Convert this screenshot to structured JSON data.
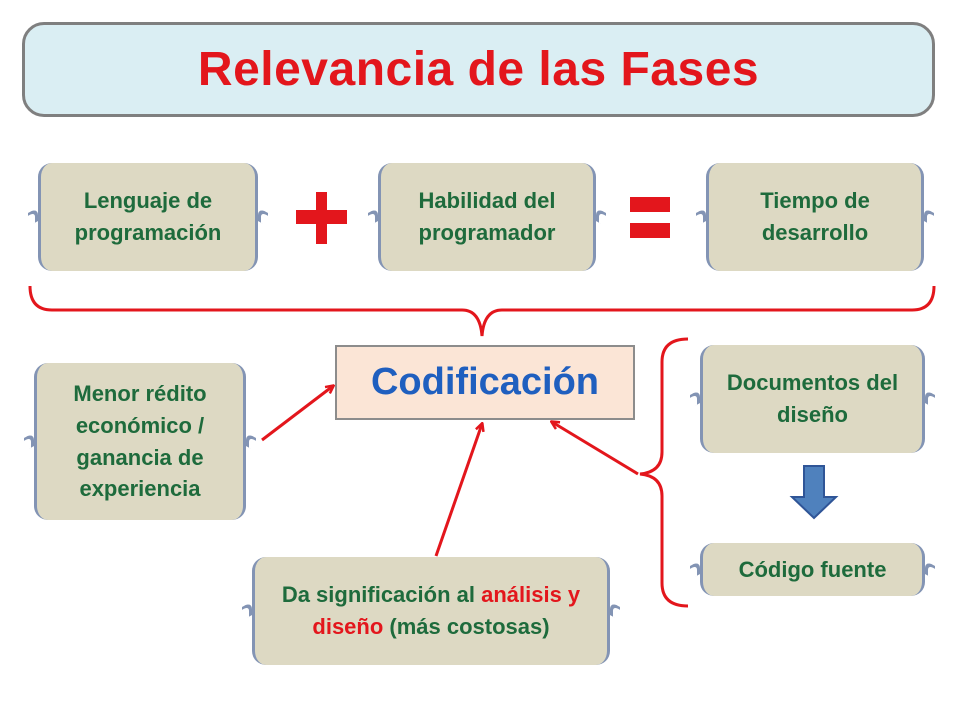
{
  "title": "Relevancia de las Fases",
  "top_row": {
    "box1": "Lenguaje de programación",
    "box2": "Habilidad del programador",
    "box3": "Tiempo de desarrollo",
    "plus_color": "#e3161c",
    "equals_color": "#e3161c"
  },
  "center": {
    "label": "Codificación",
    "color": "#1f5fbf"
  },
  "left_box": "Menor rédito económico / ganancia de experiencia",
  "bottom_box": {
    "part1": "Da significación al ",
    "part2_red": "análisis y diseño",
    "part3": " (más costosas)"
  },
  "right_group": {
    "docs": "Documentos del diseño",
    "code": "Código fuente",
    "arrow_color": "#4f81bd"
  },
  "colors": {
    "title_text": "#e3161c",
    "title_bg": "#daeef3",
    "box_bg": "#ddd9c3",
    "box_text": "#1e6b3c",
    "connector": "#e3161c",
    "center_bg": "#fbe5d6"
  }
}
